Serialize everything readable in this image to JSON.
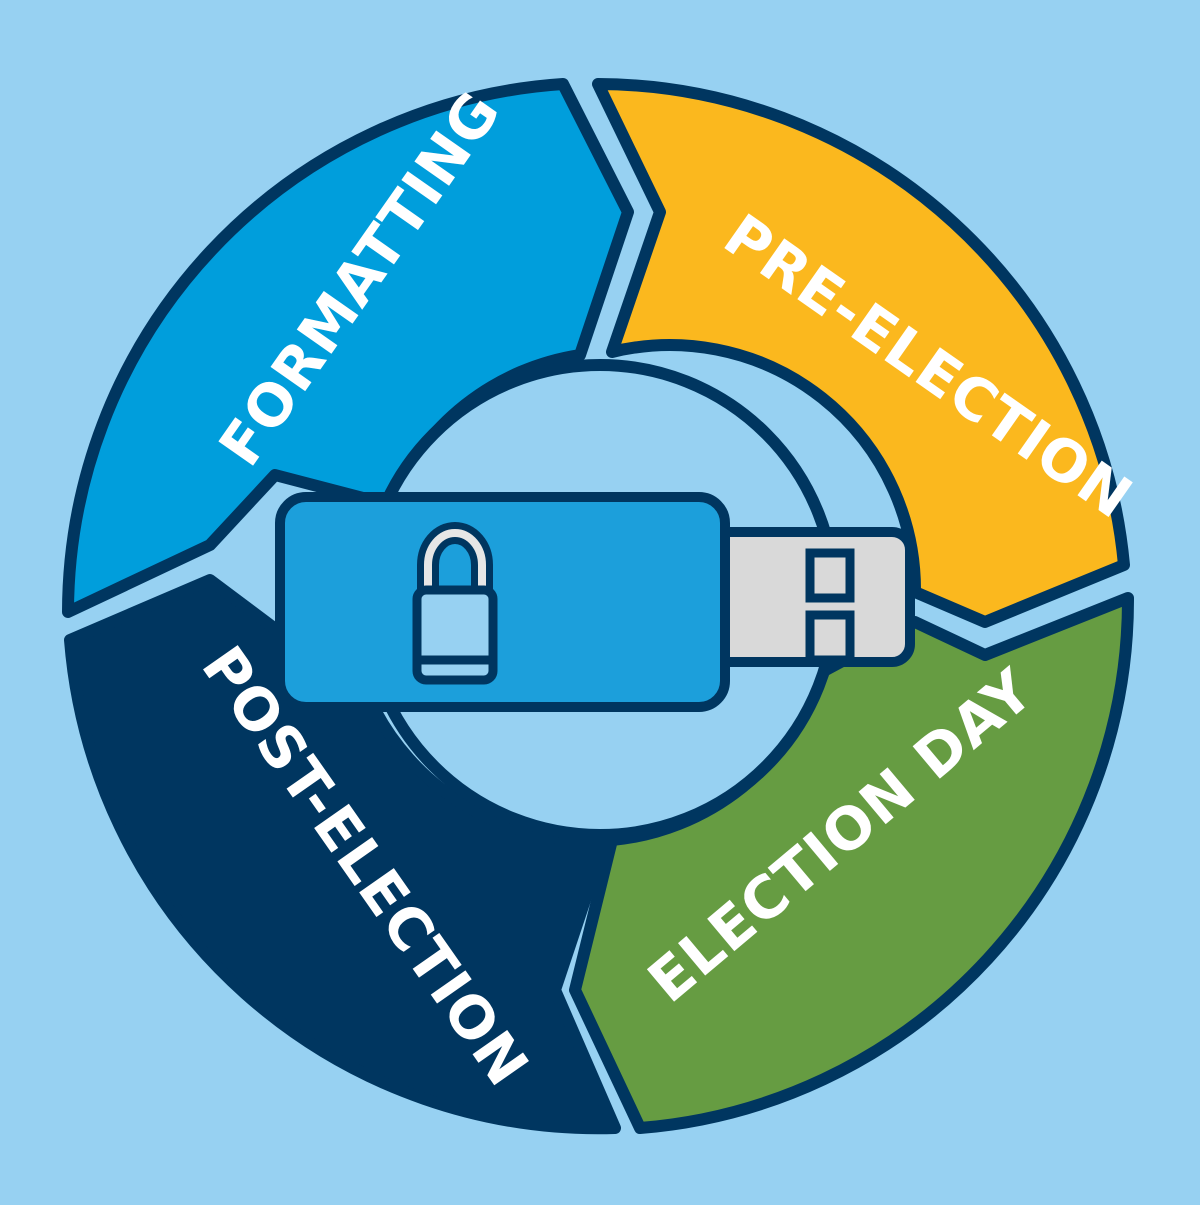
{
  "diagram": {
    "type": "cycle",
    "background_color": "#97d1f2",
    "outline_color": "#003660",
    "segments": [
      {
        "label": "FORMATTING",
        "color": "#009edc"
      },
      {
        "label": "PRE-ELECTION",
        "color": "#fbb81e"
      },
      {
        "label": "ELECTION DAY",
        "color": "#669c42"
      },
      {
        "label": "POST-ELECTION",
        "color": "#003660"
      }
    ],
    "center": {
      "icon": "usb-drive-with-padlock",
      "usb_body_color": "#1c9fdb",
      "usb_connector_color": "#d9d9d9",
      "lock_icon": "padlock-icon"
    }
  }
}
